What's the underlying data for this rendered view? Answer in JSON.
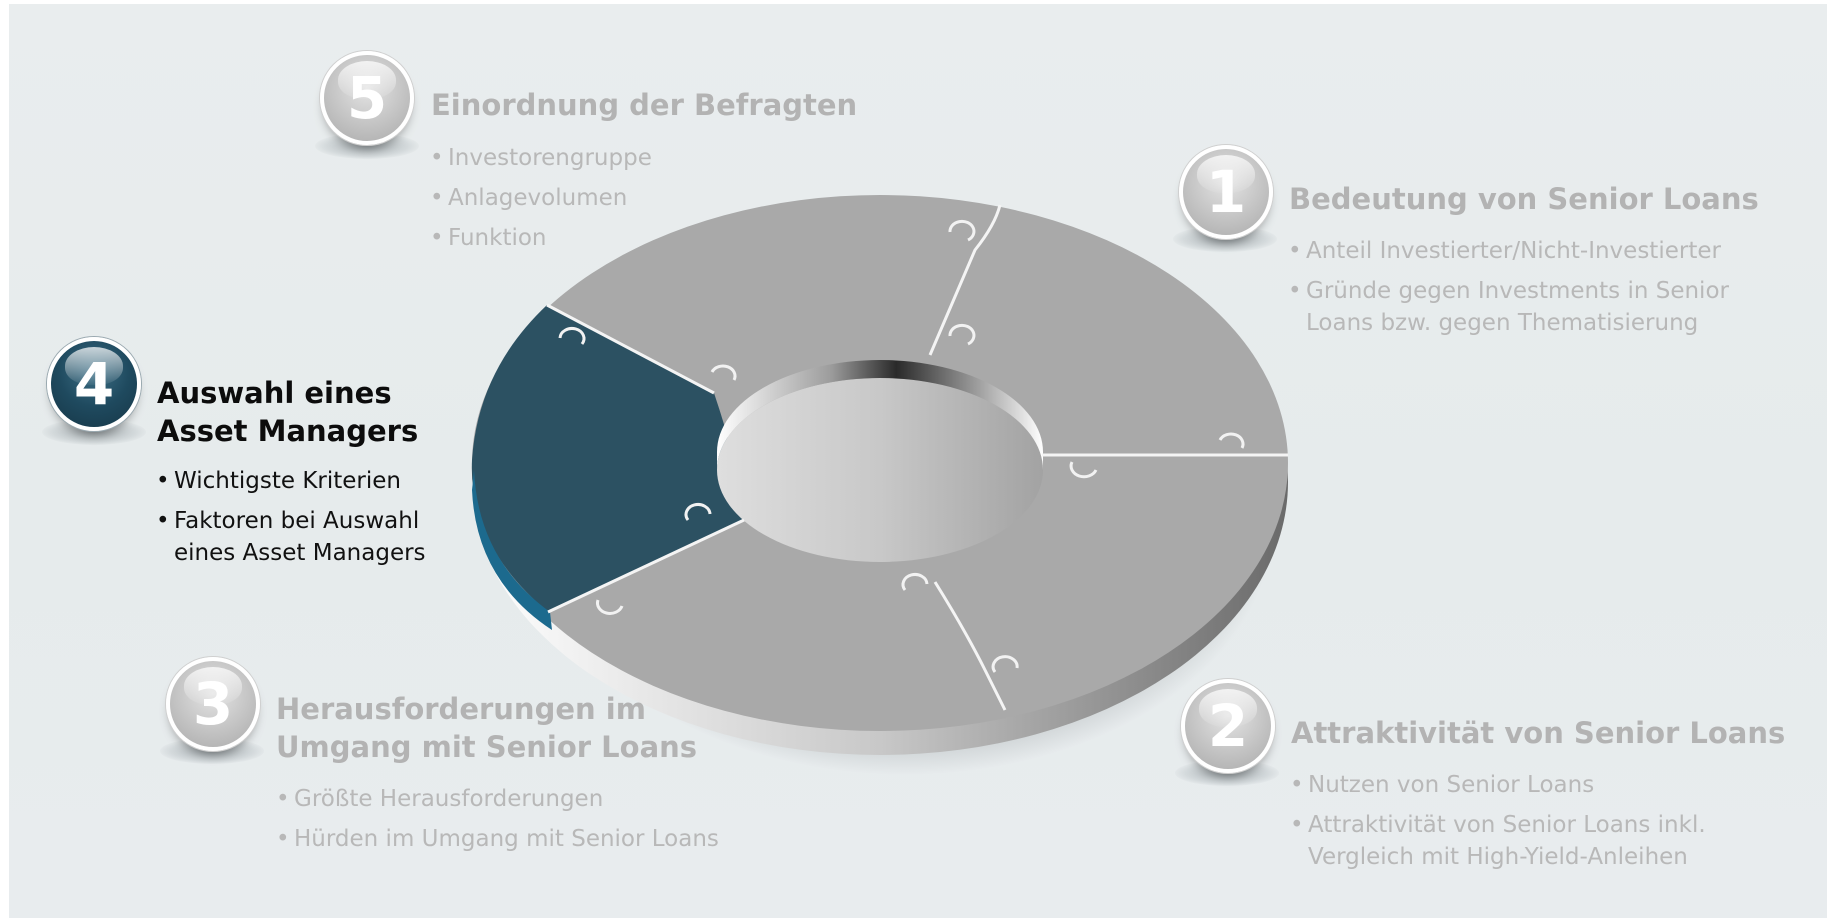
{
  "colors": {
    "segment_grey": "#a9a9a9",
    "segment_active": "#2c5162",
    "inactive_text": "#b3b3b3",
    "active_text": "#0c0c0c"
  },
  "steps": [
    {
      "number": "1",
      "title": "Bedeutung von Senior Loans",
      "items": [
        {
          "lines": [
            "Anteil Investierter/Nicht-Investierter"
          ]
        },
        {
          "lines": [
            "Gründe gegen Investments in Senior",
            "Loans bzw. gegen Thematisierung"
          ]
        }
      ]
    },
    {
      "number": "2",
      "title": "Attraktivität von Senior Loans",
      "items": [
        {
          "lines": [
            "Nutzen von Senior Loans"
          ]
        },
        {
          "lines": [
            "Attraktivität von Senior Loans inkl.",
            "Vergleich mit High-Yield-Anleihen"
          ]
        }
      ]
    },
    {
      "number": "3",
      "title_lines": [
        "Herausforderungen im",
        "Umgang mit Senior Loans"
      ],
      "items": [
        {
          "lines": [
            "Größte Herausforderungen"
          ]
        },
        {
          "lines": [
            "Hürden im Umgang mit Senior Loans"
          ]
        }
      ]
    },
    {
      "number": "4",
      "active": true,
      "title_lines": [
        "Auswahl eines",
        "Asset Managers"
      ],
      "items": [
        {
          "lines": [
            "Wichtigste Kriterien"
          ]
        },
        {
          "lines": [
            "Faktoren bei Auswahl",
            "eines Asset Managers"
          ]
        }
      ]
    },
    {
      "number": "5",
      "title": "Einordnung der Befragten",
      "items": [
        {
          "lines": [
            "Investorengruppe"
          ]
        },
        {
          "lines": [
            "Anlagevolumen"
          ]
        },
        {
          "lines": [
            "Funktion"
          ]
        }
      ]
    }
  ]
}
